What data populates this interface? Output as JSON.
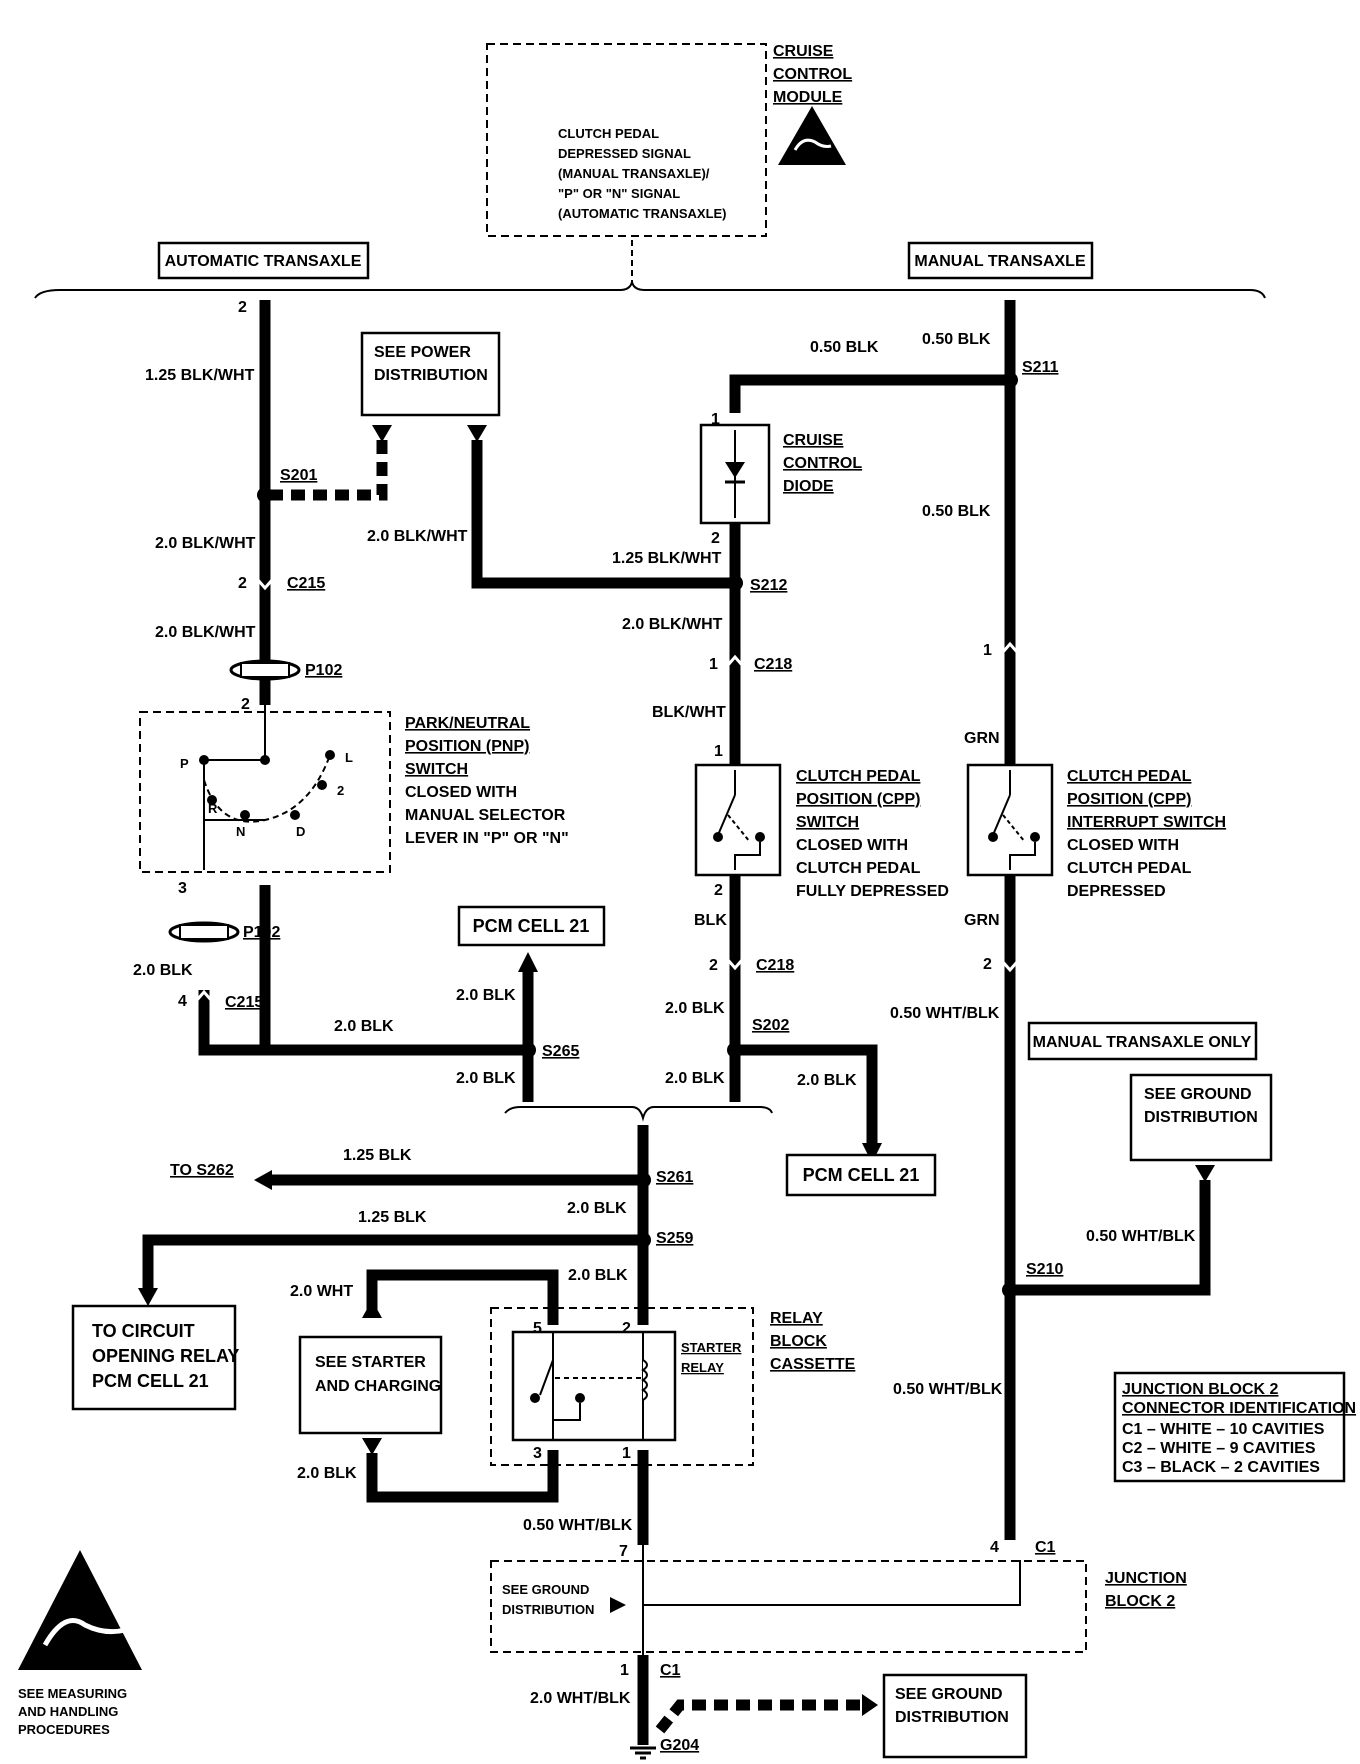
{
  "module": {
    "title_lines": [
      "CRUISE",
      "CONTROL",
      "MODULE"
    ],
    "signal_lines": [
      "CLUTCH PEDAL",
      "DEPRESSED SIGNAL",
      "(MANUAL TRANSAXLE)/",
      "\"P\" OR \"N\" SIGNAL",
      "(AUTOMATIC TRANSAXLE)"
    ]
  },
  "sections": {
    "automatic": "AUTOMATIC TRANSAXLE",
    "manual": "MANUAL TRANSAXLE",
    "manual_only": "MANUAL TRANSAXLE ONLY"
  },
  "boxes": {
    "power": [
      "SEE POWER",
      "DISTRIBUTION"
    ],
    "pcm1": "PCM CELL 21",
    "pcm2": "PCM CELL 21",
    "ground_right": [
      "SEE GROUND",
      "DISTRIBUTION"
    ],
    "circuit_relay": [
      "TO CIRCUIT",
      "OPENING RELAY",
      "PCM CELL 21"
    ],
    "starter": [
      "SEE STARTER",
      "AND CHARGING"
    ],
    "ground_bottom": [
      "SEE GROUND",
      "DISTRIBUTION"
    ],
    "ground_jb": [
      "SEE GROUND",
      "DISTRIBUTION"
    ]
  },
  "components": {
    "cruise_diode": [
      "CRUISE",
      "CONTROL",
      "DIODE"
    ],
    "pnp": [
      "PARK/NEUTRAL",
      "POSITION (PNP)",
      "SWITCH",
      "CLOSED WITH",
      "MANUAL SELECTOR",
      "LEVER IN \"P\" OR \"N\""
    ],
    "cpp": [
      "CLUTCH PEDAL",
      "POSITION (CPP)",
      "SWITCH",
      "CLOSED WITH",
      "CLUTCH PEDAL",
      "FULLY DEPRESSED"
    ],
    "cpp_interrupt": [
      "CLUTCH PEDAL",
      "POSITION (CPP)",
      "INTERRUPT SWITCH",
      "CLOSED WITH",
      "CLUTCH PEDAL",
      "DEPRESSED"
    ],
    "relay_block": [
      "RELAY",
      "BLOCK",
      "CASSETTE"
    ],
    "starter_relay": [
      "STARTER",
      "RELAY"
    ],
    "junction_block": [
      "JUNCTION",
      "BLOCK 2"
    ],
    "pnp_positions": [
      "P",
      "R",
      "N",
      "D",
      "2",
      "L"
    ]
  },
  "wires": {
    "w1": "1.25 BLK/WHT",
    "w2": "2.0 BLK/WHT",
    "w3": "2.0 BLK/WHT",
    "w4": "2.0 BLK/WHT",
    "w5": "0.50 BLK",
    "w6": "0.50 BLK",
    "w7": "0.50 BLK",
    "w8": "1.25 BLK/WHT",
    "w9": "2.0 BLK/WHT",
    "w10": "BLK/WHT",
    "w11": "BLK",
    "w12": "2.0 BLK",
    "w13": "GRN",
    "w14": "GRN",
    "w15": "0.50 WHT/BLK",
    "w16": "2.0 BLK",
    "w17": "2.0 BLK",
    "w18": "2.0 BLK",
    "w19": "2.0 BLK",
    "w20": "2.0 BLK",
    "w21": "2.0 BLK",
    "w22": "1.25 BLK",
    "w23": "2.0 BLK",
    "w24": "1.25 BLK",
    "w25": "2.0 BLK",
    "w26": "2.0 WHT",
    "w27": "2.0 BLK",
    "w28": "0.50 WHT/BLK",
    "w29": "0.50 WHT/BLK",
    "w30": "0.50 WHT/BLK",
    "w31": "2.0 WHT/BLK"
  },
  "splices": {
    "s201": "S201",
    "s211": "S211",
    "s212": "S212",
    "s202": "S202",
    "s265": "S265",
    "s261": "S261",
    "s259": "S259",
    "s210": "S210",
    "to_s262": "TO S262"
  },
  "connectors": {
    "c215a": "C215",
    "c215b": "C215",
    "c218a": "C218",
    "c218b": "C218",
    "p102a": "P102",
    "p102b": "P102",
    "c1a": "C1",
    "c1b": "C1",
    "g204": "G204"
  },
  "pins": {
    "p1": "2",
    "p2": "2",
    "p3": "2",
    "p4": "3",
    "p5": "4",
    "p6": "1",
    "p7": "2",
    "p8": "1",
    "p9": "1",
    "p10": "2",
    "p11": "2",
    "p12": "1",
    "p13": "2",
    "p14": "5",
    "p15": "2",
    "p16": "3",
    "p17": "1",
    "p18": "7",
    "p19": "4",
    "p20": "1"
  },
  "legend": {
    "title_lines": [
      "JUNCTION BLOCK 2",
      "CONNECTOR IDENTIFICATION"
    ],
    "rows": [
      "C1 – WHITE – 10 CAVITIES",
      "C2 – WHITE – 9 CAVITIES",
      "C3 – BLACK – 2 CAVITIES"
    ]
  },
  "esd_note": [
    "SEE MEASURING",
    "AND HANDLING",
    "PROCEDURES"
  ]
}
